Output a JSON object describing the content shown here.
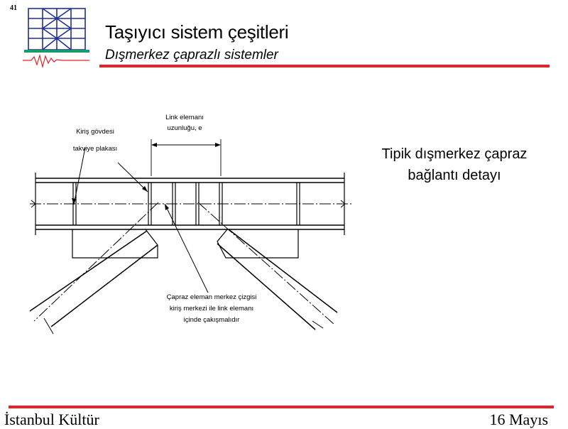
{
  "slide": {
    "number": "41"
  },
  "header": {
    "title": "Taşıyıcı sistem çeşitleri",
    "subtitle": "Dışmerkez çaprazlı sistemler"
  },
  "diagram": {
    "label_link_1": "Link elemanı",
    "label_link_2": "uzunluğu, e",
    "label_web_1": "Kiriş gövdesi",
    "label_web_2": "takviye plakası",
    "label_brace_1": "Çapraz eleman merkez çizgisi",
    "label_brace_2": "kiriş merkezi ile link elemanı",
    "label_brace_3": "içinde çakışmalıdır"
  },
  "caption": {
    "line1": "Tipik dışmerkez çapraz",
    "line2": "bağlantı detayı"
  },
  "footer": {
    "left": "İstanbul Kültür",
    "right": "16 Mayıs"
  },
  "colors": {
    "accent": "#e8202a",
    "logo_frame": "#1f2f9a",
    "logo_ground": "#1a9a6a"
  }
}
